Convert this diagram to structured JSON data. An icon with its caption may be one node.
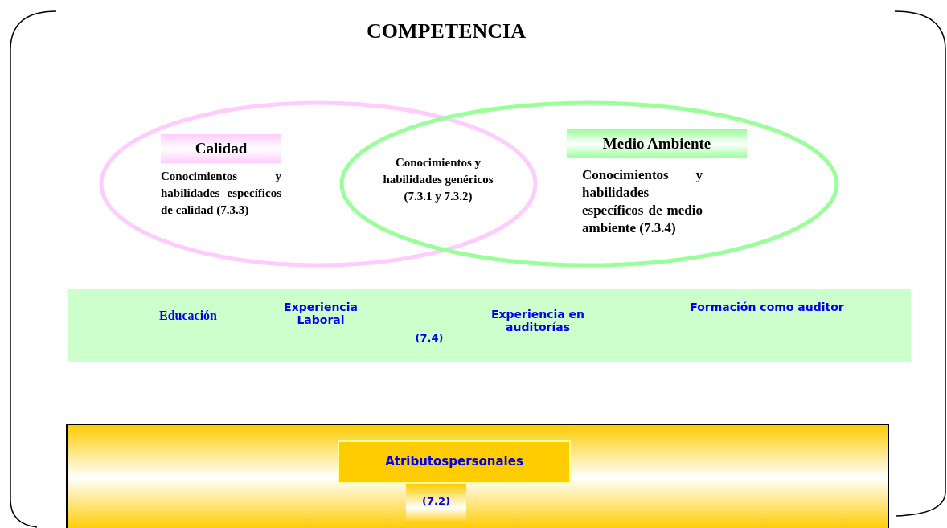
{
  "diagram": {
    "nodes": [
      {
        "text": [
          "COMPETENCIA"
        ]
      },
      {
        "text": [
          "Calidad",
          "Conocimientos y habilidades específicos de calidad (7.3.3)"
        ],
        "in": 0
      },
      {
        "text": [
          "Conocimientos y habilidades genéricos (7.3.1 y 7.3.2)"
        ]
      },
      {
        "text": [
          "Medio Ambiente",
          "Conocimientos y habilidades específicos de medio ambiente (7.3.4)"
        ],
        "in": 0
      },
      {
        "text": [
          "Educación",
          "Experiencia Laboral",
          "(7.4)",
          "Experiencia en auditorías",
          "Formación como auditor"
        ],
        "in": 0
      },
      {
        "text": [],
        "shape": "box",
        "in": 0
      },
      {
        "text": [
          "Atributospersonales"
        ],
        "in": 5
      },
      {
        "text": [
          "(7.2)"
        ],
        "in": 5
      }
    ],
    "edges": []
  }
}
